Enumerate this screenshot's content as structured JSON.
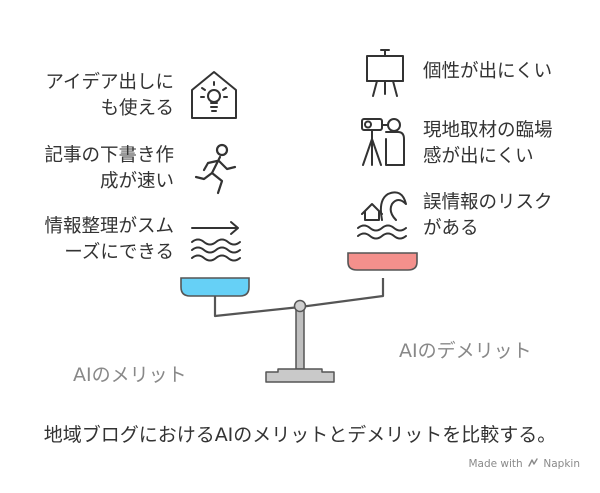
{
  "merits_title": "AIのメリット",
  "demerits_title": "AIのデメリット",
  "merits": [
    {
      "line1": "アイデア出しに",
      "line2": "も使える",
      "icon": "lightbulb-house-icon"
    },
    {
      "line1": "記事の下書き作",
      "line2": "成が速い",
      "icon": "running-person-icon"
    },
    {
      "line1": "情報整理がスム",
      "line2": "ーズにできる",
      "icon": "arrow-waves-icon"
    }
  ],
  "demerits": [
    {
      "line1": "個性が出にくい",
      "line2": "",
      "icon": "easel-icon"
    },
    {
      "line1": "現地取材の臨場",
      "line2": "感が出にくい",
      "icon": "photographer-tripod-icon"
    },
    {
      "line1": "誤情報のリスク",
      "line2": "がある",
      "icon": "tsunami-house-icon"
    }
  ],
  "caption": "地域ブログにおけるAIのメリットとデメリットを比較する。",
  "credit": {
    "prefix": "Made with",
    "brand": "Napkin"
  },
  "colors": {
    "merit_pan": "#66d0f6",
    "demerit_pan": "#f4908c",
    "stroke": "#555555",
    "base": "#c9c9c9"
  }
}
